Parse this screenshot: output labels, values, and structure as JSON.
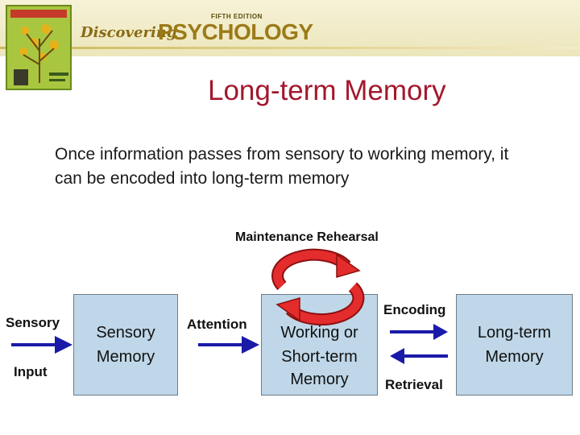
{
  "header": {
    "edition_label": "FIFTH EDITION",
    "logo_discovering": "Discovering",
    "logo_psychology": "PSYCHOLOGY"
  },
  "slide": {
    "title": "Long-term Memory",
    "intro": "Once information passes from sensory to working memory, it can be encoded into long-term memory"
  },
  "diagram": {
    "maintenance_label": "Maintenance Rehearsal",
    "sensory_label": "Sensory",
    "input_label": "Input",
    "attention_label": "Attention",
    "encoding_label": "Encoding",
    "retrieval_label": "Retrieval",
    "sensory_box": {
      "line1": "Sensory",
      "line2": "Memory"
    },
    "working_box": {
      "line1": "Working or",
      "line2": "Short-term",
      "line3": "Memory"
    },
    "longterm_box": {
      "line1": "Long-term",
      "line2": "Memory"
    }
  },
  "colors": {
    "title": "#a3182c",
    "arrow": "#1a1aa8",
    "box_fill": "#bfd7e8",
    "rehearsal_arrow": "#e42c2c"
  }
}
